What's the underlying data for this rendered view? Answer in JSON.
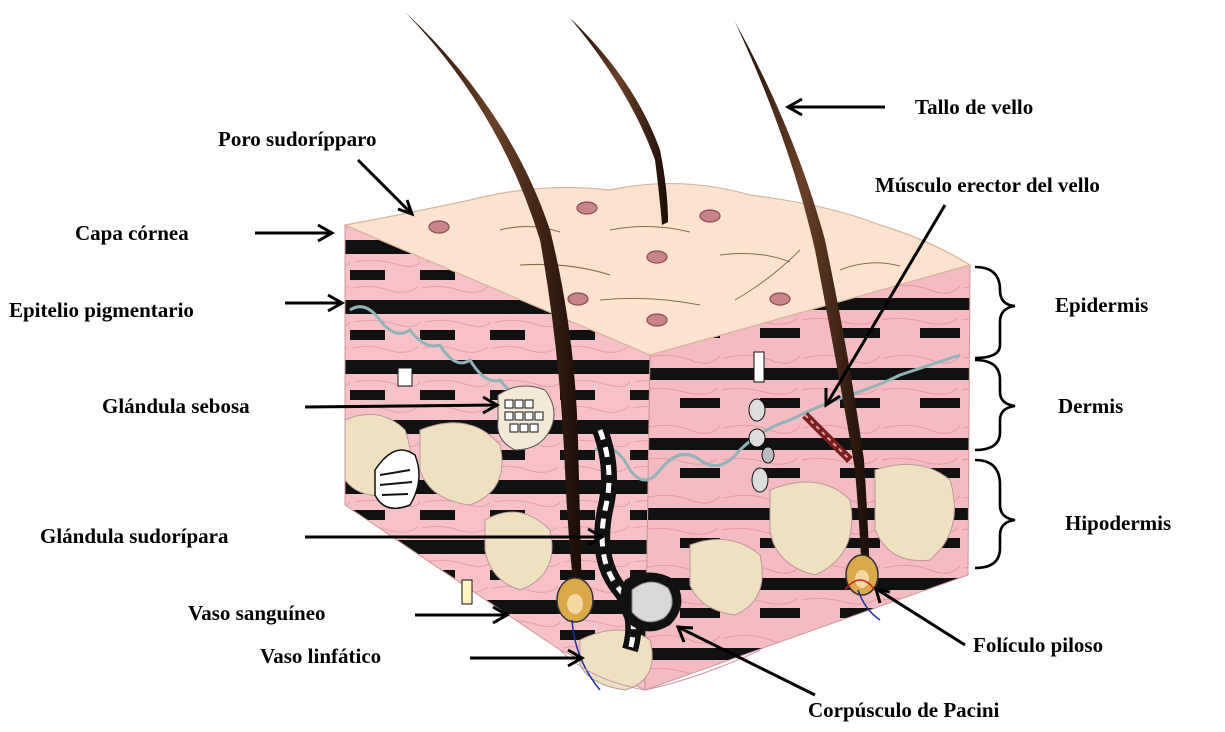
{
  "labels": {
    "tallo_de_vello": "Tallo de vello",
    "poro_sudoriparo": "Poro sudorípparo",
    "musculo_erector": "Músculo erector del vello",
    "capa_cornea": "Capa córnea",
    "epitelio_pigmentario": "Epitelio pigmentario",
    "epidermis": "Epidermis",
    "glandula_sebosa": "Glándula sebosa",
    "dermis": "Dermis",
    "glandula_sudoripara": "Glándula sudorípara",
    "hipodermis": "Hipodermis",
    "vaso_sanguineo": "Vaso sanguíneo",
    "vaso_linfatico": "Vaso linfático",
    "foliculo_piloso": "Folículo piloso",
    "corpusculo_pacini": "Corpúsculo de Pacini"
  },
  "colors": {
    "skin_surface": "#fbe3d0",
    "pink_tissue": "#f6c2c7",
    "fat_lobule": "#efe0c0",
    "hair": "#2b160c",
    "lymph_line": "#8fb3b8",
    "pore": "#c9848a"
  }
}
